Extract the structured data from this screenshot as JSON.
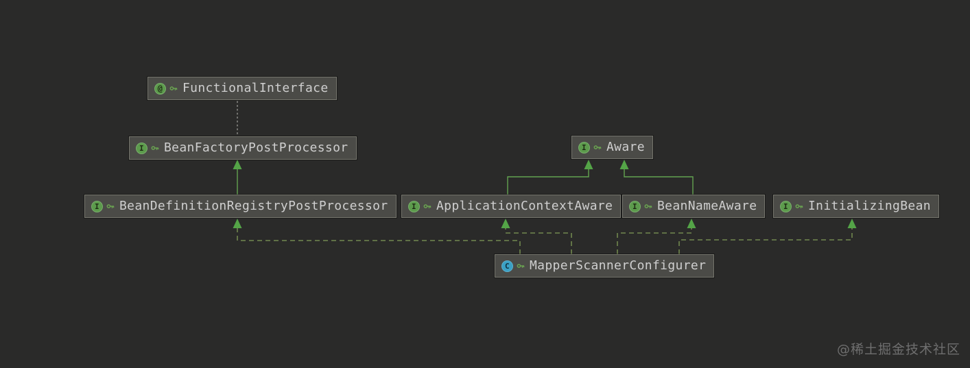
{
  "diagram": {
    "nodes": [
      {
        "id": "functional-interface",
        "label": "FunctionalInterface",
        "kind": "annotation",
        "icon": "annotation-icon",
        "icon_letter": "@"
      },
      {
        "id": "bean-factory-post-processor",
        "label": "BeanFactoryPostProcessor",
        "kind": "interface",
        "icon": "interface-icon",
        "icon_letter": "I"
      },
      {
        "id": "aware",
        "label": "Aware",
        "kind": "interface",
        "icon": "interface-icon",
        "icon_letter": "I"
      },
      {
        "id": "bean-definition-registry-post-processor",
        "label": "BeanDefinitionRegistryPostProcessor",
        "kind": "interface",
        "icon": "interface-icon",
        "icon_letter": "I"
      },
      {
        "id": "application-context-aware",
        "label": "ApplicationContextAware",
        "kind": "interface",
        "icon": "interface-icon",
        "icon_letter": "I"
      },
      {
        "id": "bean-name-aware",
        "label": "BeanNameAware",
        "kind": "interface",
        "icon": "interface-icon",
        "icon_letter": "I"
      },
      {
        "id": "initializing-bean",
        "label": "InitializingBean",
        "kind": "interface",
        "icon": "interface-icon",
        "icon_letter": "I"
      },
      {
        "id": "mapper-scanner-configurer",
        "label": "MapperScannerConfigurer",
        "kind": "class",
        "icon": "class-icon",
        "icon_letter": "C"
      }
    ],
    "edges": [
      {
        "from": "BeanFactoryPostProcessor",
        "to": "FunctionalInterface",
        "type": "annotated-with",
        "style": "dotted"
      },
      {
        "from": "BeanDefinitionRegistryPostProcessor",
        "to": "BeanFactoryPostProcessor",
        "type": "extends",
        "style": "solid"
      },
      {
        "from": "ApplicationContextAware",
        "to": "Aware",
        "type": "extends",
        "style": "solid"
      },
      {
        "from": "BeanNameAware",
        "to": "Aware",
        "type": "extends",
        "style": "solid"
      },
      {
        "from": "MapperScannerConfigurer",
        "to": "BeanDefinitionRegistryPostProcessor",
        "type": "implements",
        "style": "dashed"
      },
      {
        "from": "MapperScannerConfigurer",
        "to": "ApplicationContextAware",
        "type": "implements",
        "style": "dashed"
      },
      {
        "from": "MapperScannerConfigurer",
        "to": "BeanNameAware",
        "type": "implements",
        "style": "dashed"
      },
      {
        "from": "MapperScannerConfigurer",
        "to": "InitializingBean",
        "type": "implements",
        "style": "dashed"
      }
    ],
    "colors": {
      "background": "#2A2A29",
      "node_fill": "#4B4B47",
      "node_border": "#75756D",
      "node_text": "#CFCFCF",
      "extends_line": "#63A350",
      "implements_line": "#819C57",
      "annotation_line": "#8F8F8C",
      "arrow_fill": "#54A447",
      "interface_badge": "#5C9B4C",
      "class_badge": "#3AA0C4"
    }
  },
  "watermark": {
    "text": "@稀土掘金技术社区"
  }
}
